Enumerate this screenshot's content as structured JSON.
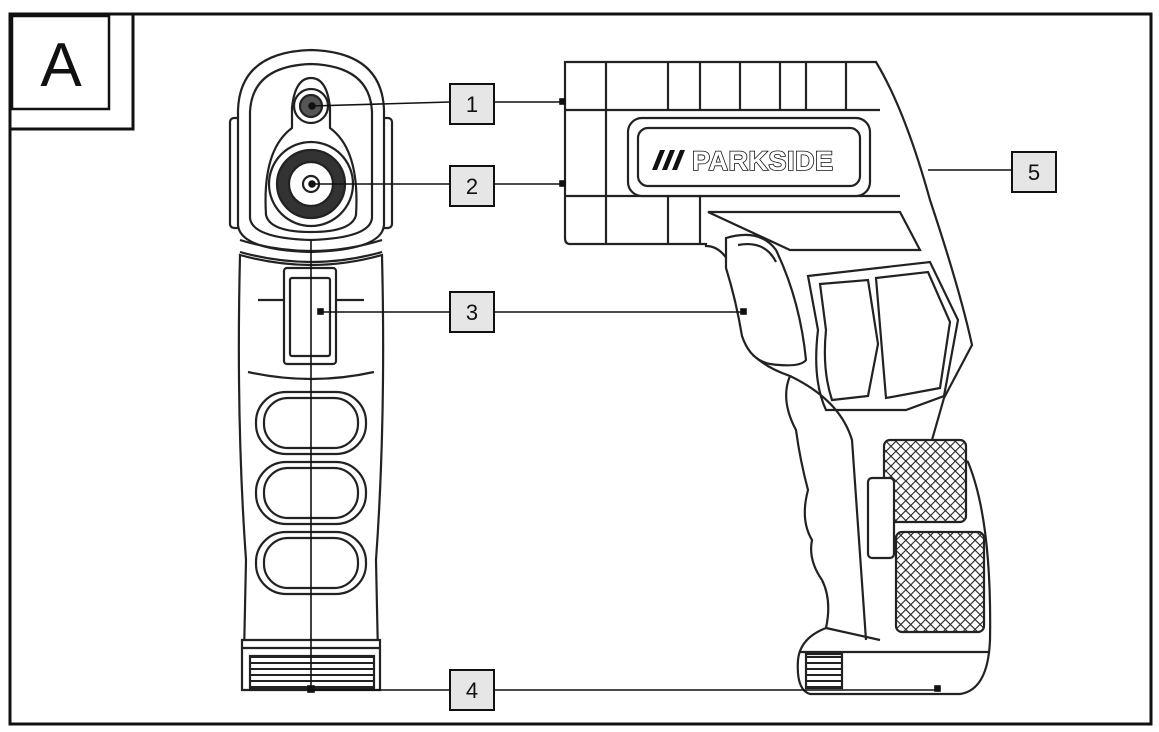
{
  "figure": {
    "panel_letter": "A",
    "brand_text": "PARKSIDE",
    "callouts": [
      {
        "label": "1"
      },
      {
        "label": "2"
      },
      {
        "label": "3"
      },
      {
        "label": "4"
      },
      {
        "label": "5"
      }
    ]
  }
}
